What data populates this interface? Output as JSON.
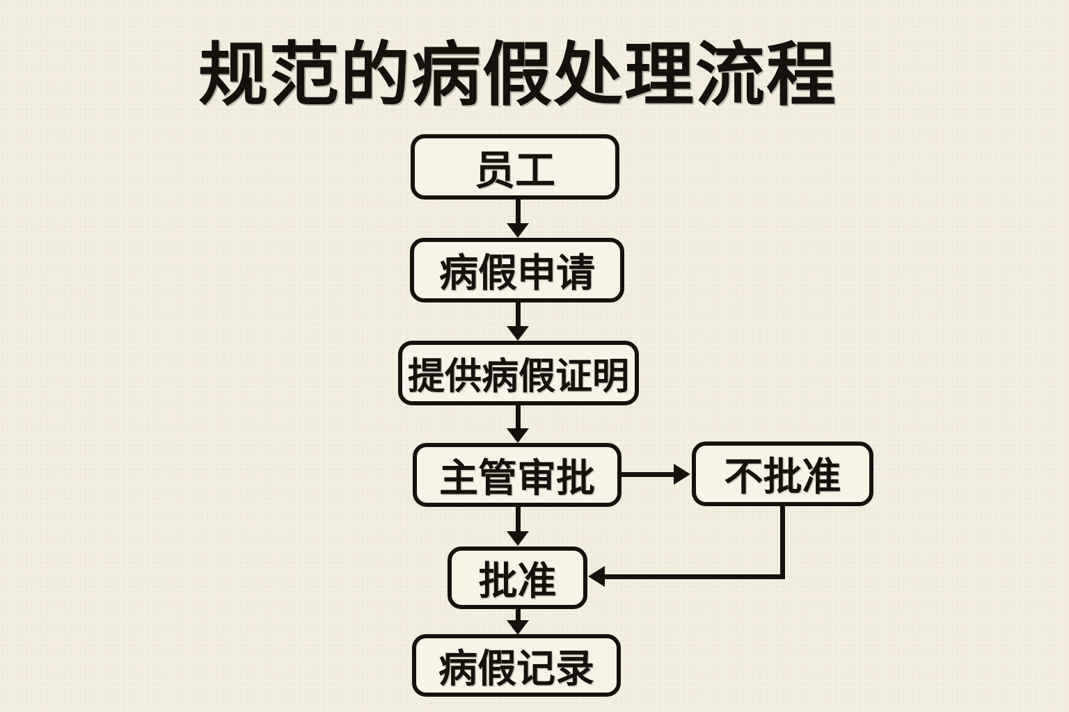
{
  "title": "规范的病假处理流程",
  "colors": {
    "background": "#f2eddf",
    "node_fill": "#f7f3e7",
    "line": "#15120d",
    "text": "#15120d"
  },
  "flowchart": {
    "nodes": [
      {
        "id": "employee",
        "label": "员工"
      },
      {
        "id": "sick-leave-request",
        "label": "病假申请"
      },
      {
        "id": "provide-certificate",
        "label": "提供病假证明"
      },
      {
        "id": "supervisor-review",
        "label": "主管审批"
      },
      {
        "id": "not-approved",
        "label": "不批准"
      },
      {
        "id": "approved",
        "label": "批准"
      },
      {
        "id": "sick-leave-record",
        "label": "病假记录"
      }
    ],
    "edges": [
      {
        "from": "employee",
        "to": "sick-leave-request"
      },
      {
        "from": "sick-leave-request",
        "to": "provide-certificate"
      },
      {
        "from": "provide-certificate",
        "to": "supervisor-review"
      },
      {
        "from": "supervisor-review",
        "to": "not-approved"
      },
      {
        "from": "supervisor-review",
        "to": "approved"
      },
      {
        "from": "not-approved",
        "to": "approved"
      },
      {
        "from": "approved",
        "to": "sick-leave-record"
      }
    ]
  }
}
